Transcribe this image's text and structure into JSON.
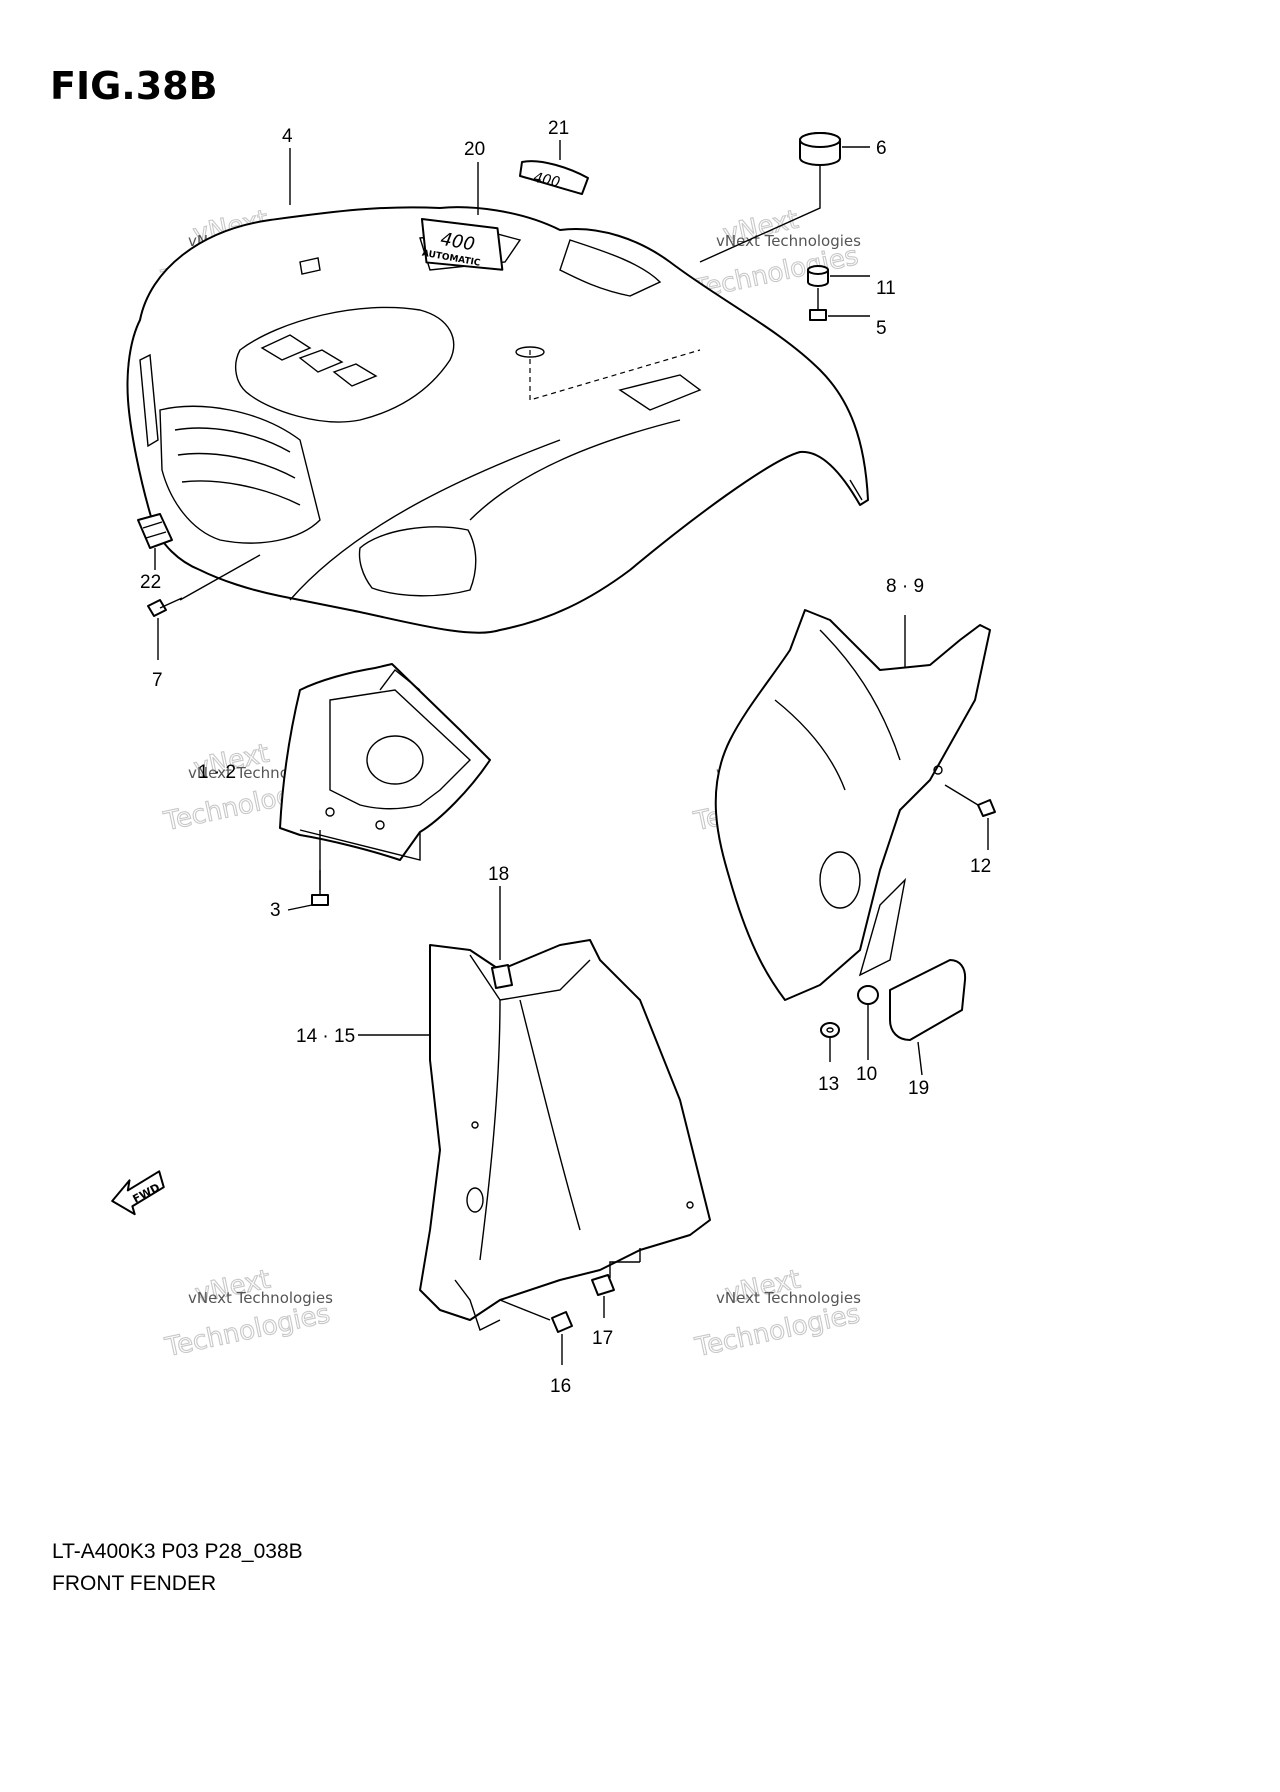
{
  "figure": {
    "title": "FIG.38B",
    "code": "LT-A400K3 P03 P28_038B",
    "name": "FRONT FENDER"
  },
  "callouts": [
    "4",
    "20",
    "21",
    "6",
    "11",
    "5",
    "22",
    "7",
    "8 · 9",
    "1 · 2",
    "12",
    "3",
    "18",
    "14 · 15",
    "13",
    "10",
    "19",
    "17",
    "16"
  ],
  "watermark": {
    "caption": "vNext Technologies",
    "stamp_top": "vNext",
    "stamp_bottom": "Technologies"
  },
  "badges": {
    "emblem": "400",
    "decal": "400",
    "decal_sub": "AUTOMATIC",
    "direction": "FWD"
  }
}
